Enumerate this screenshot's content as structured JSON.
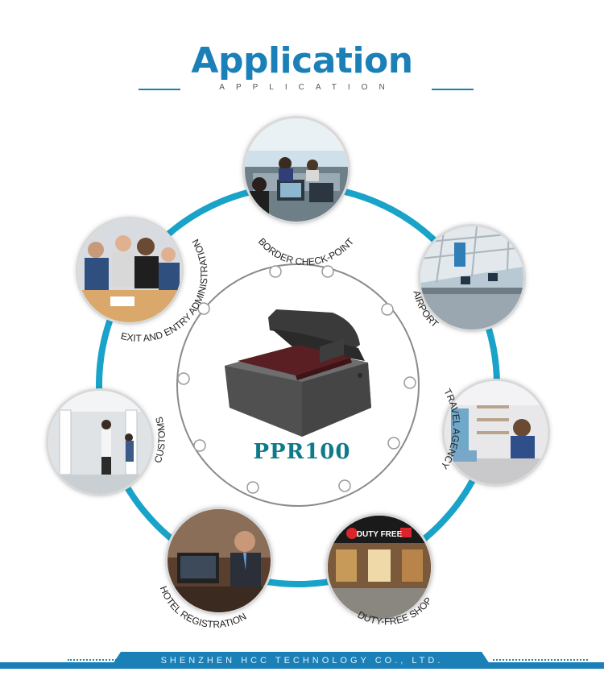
{
  "header": {
    "title": "Application",
    "subtitle": "APPLICATION"
  },
  "product": {
    "name": "PPR100"
  },
  "applications": [
    {
      "label": "BORDER CHECK-POINT",
      "icon": "border-checkpoint-photo"
    },
    {
      "label": "AIRPORT",
      "icon": "airport-photo"
    },
    {
      "label": "TRAVEL AGENCY",
      "icon": "travel-agency-photo"
    },
    {
      "label": "DUTY-FREE SHOP",
      "icon": "duty-free-shop-photo",
      "sign": "DUTY FREE"
    },
    {
      "label": "HOTEL REGISTRATION",
      "icon": "hotel-registration-photo"
    },
    {
      "label": "CUSTOMS",
      "icon": "customs-photo"
    },
    {
      "label": "EXIT AND ENTRY ADMINISTRATION",
      "icon": "exit-entry-admin-photo"
    }
  ],
  "footer": {
    "company": "SHENZHEN HCC TECHNOLOGY CO., LTD."
  },
  "colors": {
    "brand": "#1b80b8",
    "ring": "#1aa3c9",
    "product_text": "#0f7a88"
  }
}
